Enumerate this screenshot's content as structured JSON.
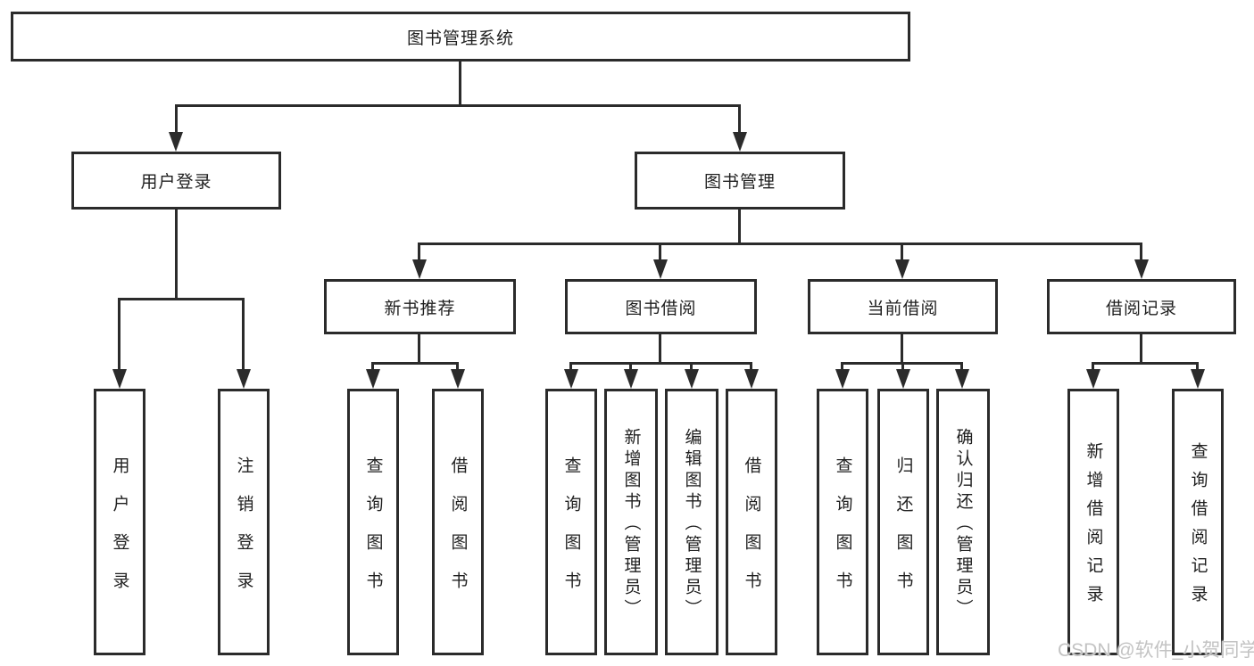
{
  "diagram": {
    "root": "图书管理系统",
    "user_branch": {
      "label": "用户登录",
      "children": [
        "用户登录",
        "注销登录"
      ]
    },
    "book_branch": {
      "label": "图书管理",
      "modules": [
        {
          "label": "新书推荐",
          "children": [
            "查询图书",
            "借阅图书"
          ]
        },
        {
          "label": "图书借阅",
          "children": [
            "查询图书",
            "新增图书（管理员）",
            "编辑图书（管理员）",
            "借阅图书"
          ]
        },
        {
          "label": "当前借阅",
          "children": [
            "查询图书",
            "归还图书",
            "确认归还（管理员）"
          ]
        },
        {
          "label": "借阅记录",
          "children": [
            "新增借阅记录",
            "查询借阅记录"
          ]
        }
      ]
    }
  },
  "watermark": "CSDN @软件_小贺同学",
  "colors": {
    "line": "#2b2b2b",
    "box_fill": "#ffffff",
    "text": "#1f1f1f",
    "watermark": "#c3c3c3"
  }
}
